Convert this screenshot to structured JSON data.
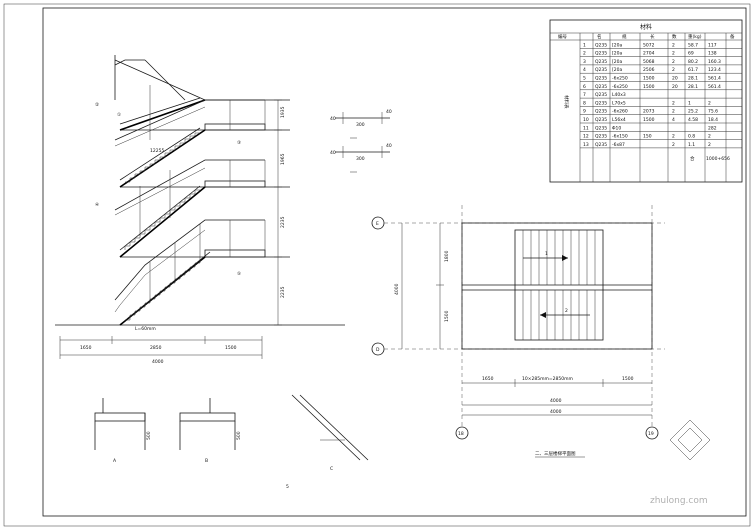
{
  "elevation": {
    "level_heights": [
      "1935",
      "1965",
      "2235",
      "2235"
    ],
    "flight_labels": [
      "12255",
      "2850"
    ],
    "bottom_note": "L=60mm",
    "bottom_dims": [
      "1650",
      "2850",
      "1500"
    ],
    "bottom_total": "4000",
    "callouts": [
      "①",
      "②",
      "③",
      "④",
      "⑤"
    ]
  },
  "small_sections": {
    "top_values": [
      "40",
      "300",
      "40"
    ],
    "bottom_values": [
      "40",
      "300",
      "40"
    ]
  },
  "material_table": {
    "title": "材料",
    "headers": [
      "编号",
      "名",
      "规",
      "长",
      "数",
      "重(kg)",
      "备"
    ],
    "side_label": "材料表",
    "rows": [
      [
        "1",
        "Q235",
        "[20a",
        "5072",
        "2",
        "58.7",
        "117"
      ],
      [
        "2",
        "Q235",
        "[20a",
        "2704",
        "2",
        "69",
        "138"
      ],
      [
        "3",
        "Q235",
        "[20a",
        "5068",
        "2",
        "80.2",
        "160.3"
      ],
      [
        "4",
        "Q235",
        "[20a",
        "2506",
        "2",
        "61.7",
        "123.4"
      ],
      [
        "5",
        "Q235",
        "-6x250",
        "1500",
        "20",
        "28.1",
        "561.4"
      ],
      [
        "6",
        "Q235",
        "-6x250",
        "1500",
        "20",
        "28.1",
        "561.4"
      ],
      [
        "7",
        "Q235",
        "L40x3",
        "",
        "",
        "",
        ""
      ],
      [
        "8",
        "Q235",
        "L70x5",
        "",
        "2",
        "1",
        "2"
      ],
      [
        "9",
        "Q235",
        "-6x260",
        "2073",
        "2",
        "25.2",
        "75.6"
      ],
      [
        "10",
        "Q235",
        "L56x4",
        "1500",
        "4",
        "4.58",
        "18.4"
      ],
      [
        "11",
        "Q235",
        "Φ10",
        "",
        "",
        "",
        "282"
      ],
      [
        "12",
        "Q235",
        "-6x150",
        "150",
        "2",
        "0.8",
        "2"
      ],
      [
        "13",
        "Q235",
        "-6x87",
        "",
        "2",
        "1.1",
        "2"
      ]
    ],
    "total_label": "合",
    "total_value": "1000+656"
  },
  "plan": {
    "axis_top": "E",
    "axis_bottom": "D",
    "axis_left": "18",
    "axis_right": "19",
    "vertical_dims": [
      "1800",
      "1500"
    ],
    "vertical_total": "4000",
    "bottom_dims": [
      "1650",
      "10×285mm=2850mm",
      "1500"
    ],
    "bottom_total_1": "4000",
    "bottom_total_2": "4000",
    "arrow_labels": [
      "1",
      "2"
    ],
    "plan_title": "二、三层楼梯平面图"
  },
  "details": {
    "detail_labels": [
      "A",
      "B",
      "C"
    ],
    "dim_labels": [
      "500",
      "500"
    ]
  },
  "watermark": {
    "text": "zhulong.com"
  },
  "page_num": "5"
}
